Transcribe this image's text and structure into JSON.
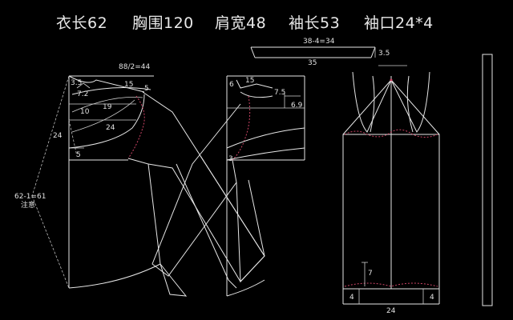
{
  "title": {
    "items": [
      "衣长62",
      "胸围120",
      "肩宽48",
      "袖长53",
      "袖口24*4"
    ]
  },
  "labels": {
    "half_bust": "88/2=44",
    "front_collar_depth": "3.5",
    "back_neck_a": "7.2",
    "shoulder_15": "15",
    "shoulder_5": "5",
    "front_10": "10",
    "front_19": "19",
    "front_24_curve": "24",
    "side_24": "24",
    "side_5": "5",
    "length_calc": "62-1=61",
    "note": "注意",
    "back_6": "6",
    "back_15": "15",
    "back_75": "7.5",
    "back_69": "6.9",
    "back_3": "3",
    "collar_calc": "38-4=34",
    "collar_width": "35",
    "collar_height": "3.5",
    "sleeve_7": "7",
    "cuff_left": "4",
    "cuff_right": "4",
    "cuff_width": "24"
  }
}
